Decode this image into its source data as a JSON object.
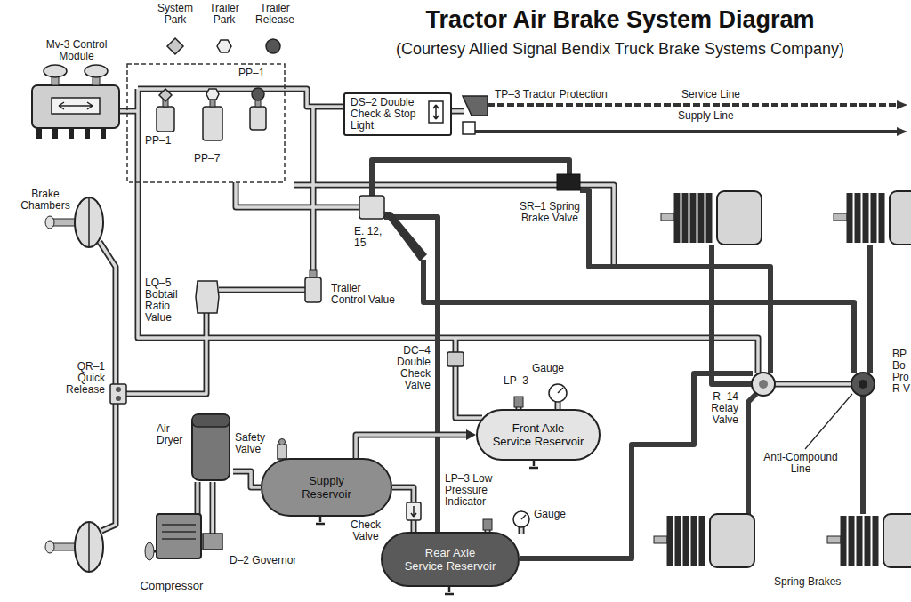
{
  "diagram": {
    "title": "Tractor Air Brake System Diagram",
    "caption": "(Courtesy Allied Signal Bendix Truck Brake Systems Company)",
    "nodes": [
      {
        "text": [
          "Mv-3 Control Module"
        ]
      },
      {
        "text": [
          "DS–2 Double Check & Stop Light"
        ]
      },
      {
        "text": [
          "Front Axle Service Reservoir"
        ]
      },
      {
        "text": [
          "Air Dryer"
        ]
      },
      {
        "text": [
          "Supply Reservoir"
        ]
      },
      {
        "text": [
          "Compressor"
        ]
      },
      {
        "text": [
          "Rear Axle Service Reservoir"
        ]
      }
    ],
    "edges": [
      {
        "from": 5,
        "to": 3,
        "arrow": "none"
      },
      {
        "from": 3,
        "to": 4,
        "arrow": "none"
      },
      {
        "from": 4,
        "to": 2,
        "arrow": "to"
      },
      {
        "from": 4,
        "to": 6,
        "arrow": "none"
      }
    ],
    "labels": [
      "PP–1",
      "TP–3 Tractor Protection",
      "Service Line",
      "Supply Line",
      "PP–1",
      "PP–7",
      "Brake Chambers",
      "SR–1 Spring Brake Valve",
      "E. 12, 15",
      "LQ–5 Bobtail Ratio Value",
      "Trailer Control Value",
      "DC–4 Double Check Valve",
      "QR–1 Quick Release",
      "BP Bo Pro R V",
      "Gauge",
      "LP–3",
      "R–14 Relay Valve",
      "Safety Valve",
      "Anti-Compound Line",
      "LP–3 Low Pressure Indicator",
      "Gauge",
      "Check Valve",
      "D–2 Governor",
      "Spring Brakes"
    ],
    "legend": [
      {
        "text": "System Park"
      },
      {
        "text": "Trailer Park"
      },
      {
        "text": "Trailer Release"
      }
    ]
  }
}
